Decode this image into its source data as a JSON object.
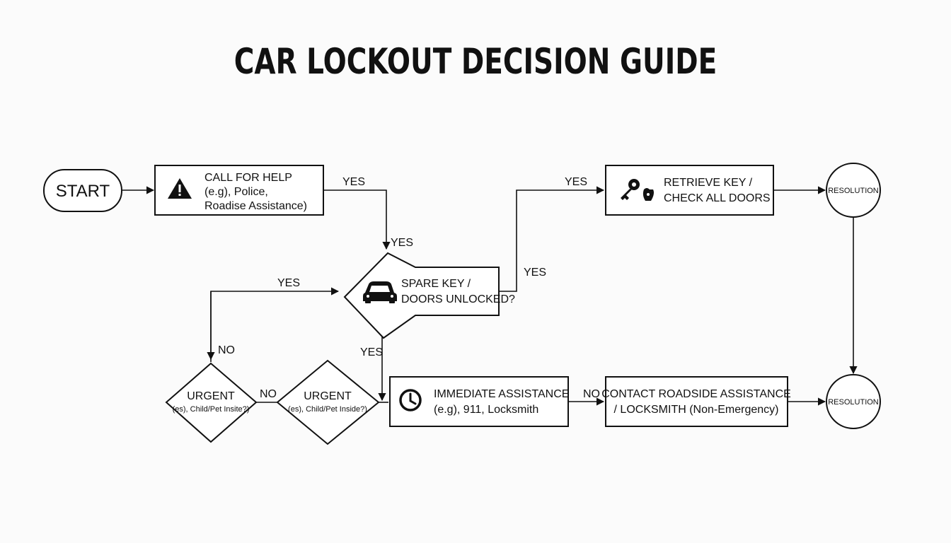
{
  "title": "CAR LOCKOUT DECISION GUIDE",
  "nodes": {
    "start": "START",
    "call_help": [
      "CALL FOR HELP",
      "(e.g), Police,",
      "Roadise Assistance)"
    ],
    "spare_key": [
      "SPARE KEY /",
      "DOORS UNLOCKED?"
    ],
    "retrieve": [
      "RETRIEVE KEY /",
      "CHECK ALL DOORS"
    ],
    "resolution_1": "RESOLUTION",
    "urgent_1": [
      "URGENT",
      "(es), Child/Pet Insite?)"
    ],
    "urgent_2": [
      "URGENT",
      "(es), Child/Pet Inside?)"
    ],
    "immediate": [
      "IMMEDIATE ASSISTANCE",
      "(e.g), 911, Locksmith"
    ],
    "contact": [
      "CONTACT ROADSIDE ASSISTANCE",
      "/ LOCKSMITH (Non-Emergency)"
    ],
    "resolution_2": "RESOLUTION"
  },
  "edge_labels": {
    "call_yes": "YES",
    "spare_top_yes": "YES",
    "spare_right_yes": "YES",
    "retrieve_yes": "YES",
    "loop_yes": "YES",
    "urgent1_no": "NO",
    "between_urgent_no": "NO",
    "spare_down_yes": "YES",
    "immediate_no": "NO"
  },
  "icons": [
    "warning-icon",
    "car-icon",
    "key-icon",
    "clock-icon"
  ],
  "colors": {
    "line": "#111111",
    "background": "#fbfbfb",
    "shape_fill": "#ffffff"
  }
}
